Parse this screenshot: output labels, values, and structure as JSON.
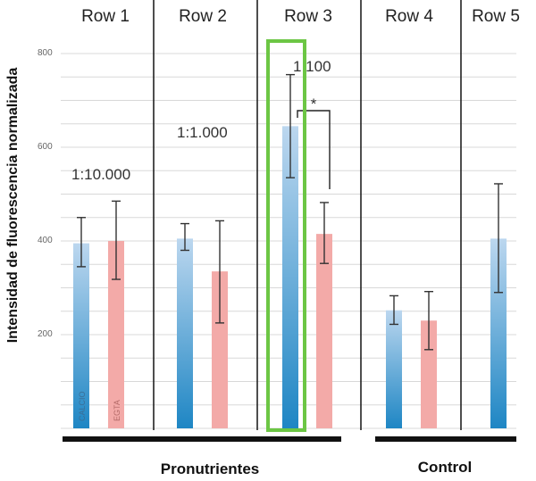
{
  "chart_data": {
    "type": "bar",
    "ylabel": "Intensidad de fluorescencia normalizada",
    "ylim": [
      0,
      800
    ],
    "yticks": [
      200,
      400,
      600,
      800
    ],
    "grid": true,
    "rows": [
      "Row 1",
      "Row 2",
      "Row 3",
      "Row 4",
      "Row 5"
    ],
    "bar_labels": {
      "calcio": "CALCIO",
      "egta": "EGTA"
    },
    "dilutions": [
      "1:10.000",
      "1:1.000",
      "1:100"
    ],
    "significance": "*",
    "groups": [
      {
        "label": "Pronutrientes"
      },
      {
        "label": "Control"
      }
    ],
    "bars": [
      {
        "row": 0,
        "series": "calcio",
        "value": 395,
        "err_low": 345,
        "err_high": 450
      },
      {
        "row": 0,
        "series": "egta",
        "value": 400,
        "err_low": 318,
        "err_high": 485
      },
      {
        "row": 1,
        "series": "calcio",
        "value": 405,
        "err_low": 380,
        "err_high": 437
      },
      {
        "row": 1,
        "series": "egta",
        "value": 335,
        "err_low": 225,
        "err_high": 443
      },
      {
        "row": 2,
        "series": "calcio",
        "value": 645,
        "err_low": 535,
        "err_high": 755
      },
      {
        "row": 2,
        "series": "egta",
        "value": 415,
        "err_low": 352,
        "err_high": 482
      },
      {
        "row": 3,
        "series": "calcio",
        "value": 252,
        "err_low": 222,
        "err_high": 283
      },
      {
        "row": 3,
        "series": "egta",
        "value": 230,
        "err_low": 168,
        "err_high": 292
      },
      {
        "row": 4,
        "series": "calcio",
        "value": 405,
        "err_low": 290,
        "err_high": 522
      }
    ],
    "highlight_row": 2,
    "colors": {
      "calcio_top": "#bcd7ef",
      "calcio_bottom": "#1e86c4",
      "egta": "#f3aaa8",
      "highlight": "#6cc644",
      "grid": "#d8d8d8",
      "divider": "#222222"
    }
  }
}
